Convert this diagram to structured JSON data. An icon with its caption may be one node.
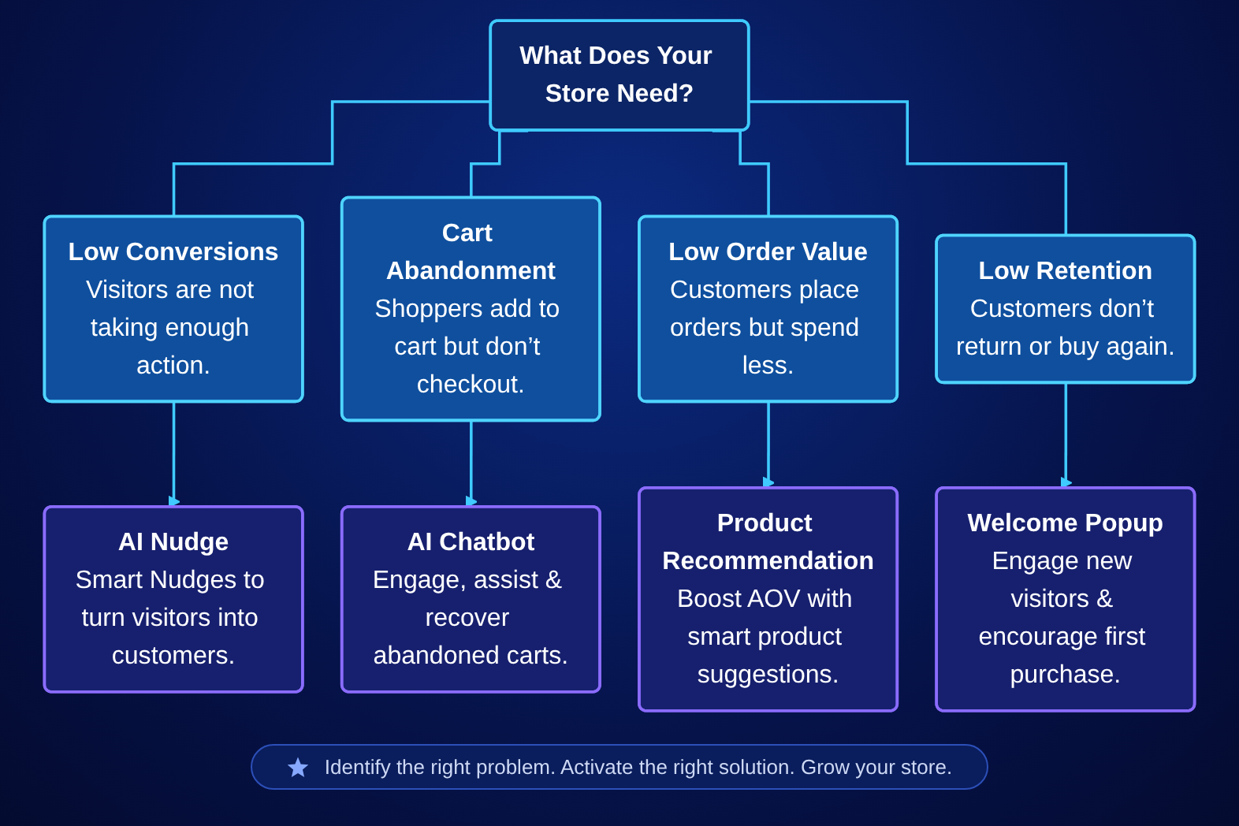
{
  "diagram": {
    "nodes": [
      {
        "text": [
          "What Does Your Store Need?"
        ]
      },
      {
        "text": [
          "Low Conversions",
          "Visitors are not taking enough action."
        ]
      },
      {
        "text": [
          "Cart Abandonment",
          "Shoppers add to cart but don’t checkout."
        ]
      },
      {
        "text": [
          "Low Order Value",
          "Customers place orders but spend less."
        ]
      },
      {
        "text": [
          "Low Retention",
          "Customers don’t return or buy again."
        ]
      },
      {
        "text": [
          "AI Nudge",
          "Smart Nudges to turn visitors into customers."
        ]
      },
      {
        "text": [
          "AI Chatbot",
          "Engage, assist & recover abandoned carts."
        ]
      },
      {
        "text": [
          "Product Recommendation",
          "Boost AOV with smart product suggestions."
        ]
      },
      {
        "text": [
          "Welcome Popup",
          "Engage new visitors & encourage first purchase."
        ]
      }
    ],
    "edges": [
      {
        "from": 0,
        "to": 1,
        "arrow": "none"
      },
      {
        "from": 0,
        "to": 2,
        "arrow": "none"
      },
      {
        "from": 0,
        "to": 3,
        "arrow": "none"
      },
      {
        "from": 0,
        "to": 4,
        "arrow": "none"
      },
      {
        "from": 1,
        "to": 5,
        "arrow": "to"
      },
      {
        "from": 2,
        "to": 6,
        "arrow": "to"
      },
      {
        "from": 3,
        "to": 7,
        "arrow": "to"
      },
      {
        "from": 4,
        "to": 8,
        "arrow": "to"
      }
    ],
    "caption": "Identify the right problem. Activate the right solution. Grow your store."
  }
}
